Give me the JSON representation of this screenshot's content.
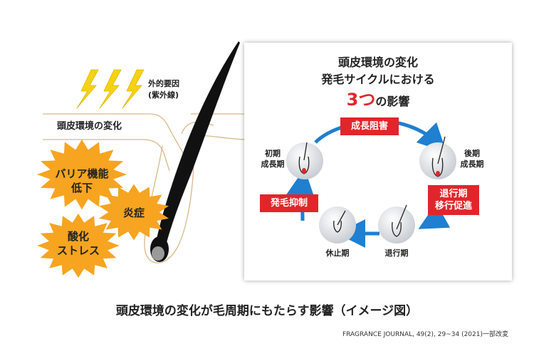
{
  "left": {
    "uv_label_line1": "外的要因",
    "uv_label_line2": "(紫外線)",
    "scalp_change": "頭皮環境の変化",
    "burst_barrier_line1": "バリア機能",
    "burst_barrier_line2": "低下",
    "burst_inflammation": "炎症",
    "burst_oxidative_line1": "酸化",
    "burst_oxidative_line2": "ストレス",
    "burst_color": "#f7a421",
    "lightning_color": "#f5d312"
  },
  "panel": {
    "title_line1": "頭皮環境の変化",
    "title_line2": "発毛サイクルにおける",
    "title_num": "3つ",
    "title_rest": "の影響",
    "stages": {
      "early_line1": "初期",
      "early_line2": "成長期",
      "late_line1": "後期",
      "late_line2": "成長期",
      "regression": "退行期",
      "resting": "休止期"
    },
    "effects": {
      "growth_inhibition": "成長阻害",
      "regression_promotion_line1": "退行期",
      "regression_promotion_line2": "移行促進",
      "hair_suppression": "発毛抑制"
    },
    "accent_red": "#e0262b",
    "arrow_blue": "#1f7fd0"
  },
  "caption": "頭皮環境の変化が毛周期にもたらす影響（イメージ図）",
  "source": "FRAGRANCE JOURNAL, 49(2), 29~34 (2021)一部改変"
}
